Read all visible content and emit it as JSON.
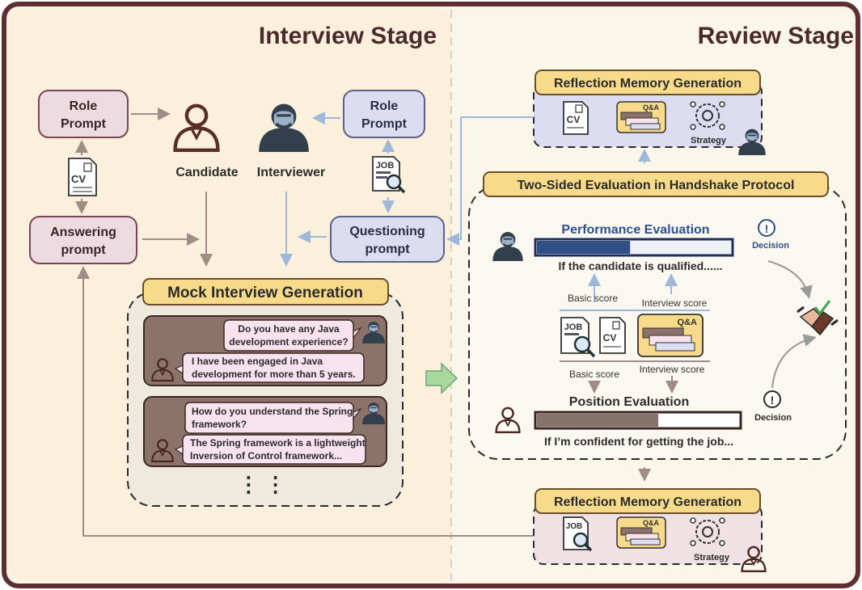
{
  "stages": {
    "interview": "Interview Stage",
    "review": "Review Stage"
  },
  "left": {
    "role_prompt_candidate": [
      "Role",
      "Prompt"
    ],
    "answering_prompt": [
      "Answering",
      "prompt"
    ],
    "candidate_label": "Candidate",
    "interviewer_label": "Interviewer",
    "role_prompt_interviewer": [
      "Role",
      "Prompt"
    ],
    "questioning_prompt": [
      "Questioning",
      "prompt"
    ],
    "mock_title": "Mock Interview Generation",
    "dialog1": {
      "q": [
        "Do you have any Java",
        "development experience?"
      ],
      "a": [
        "I have been engaged in Java",
        "development for more than 5 years."
      ]
    },
    "dialog2": {
      "q": [
        "How do you understand the Spring",
        "framework?"
      ],
      "a": [
        "The Spring framework is a lightweight",
        "Inversion of Control framework..."
      ]
    },
    "ellipsis": "⋮  ⋮"
  },
  "right": {
    "reflection_top_title": "Reflection Memory Generation",
    "reflection_bottom_title": "Reflection Memory Generation",
    "strategy_label": "Strategy",
    "evaluation_title": "Two-Sided Evaluation in Handshake Protocol",
    "performance_title": "Performance Evaluation",
    "performance_caption": "If the candidate is qualified......",
    "performance_fill": 0.48,
    "position_title": "Position Evaluation",
    "position_caption": "If I’m confident for getting the job...",
    "position_fill": 0.6,
    "basic_score_top": "Basic score",
    "interview_score_top": "Interview score",
    "basic_score_bottom": "Basic score",
    "interview_score_bottom": "Interview score",
    "decision_top": "Decision",
    "decision_bottom": "Decision",
    "qa_label": "Q&A",
    "cv_label": "CV",
    "job_label": "JOB"
  },
  "colors": {
    "background": "#FBF3E5",
    "outer_border": "#5E2F30",
    "prompt_pink": "#EDDBE2",
    "prompt_pink_border": "#7C4556",
    "prompt_blue": "#DCDDF0",
    "prompt_blue_border": "#5B6386",
    "title_yellow": "#F7DB8A",
    "chat_brown": "#8C7369",
    "bubble_pink": "#F7E2EE",
    "bar_blue": "#2F4F86",
    "bar_brown": "#85726A",
    "arrow_blue": "#9FB7D8",
    "arrow_brown": "#A08E86",
    "arrow_green": "#A9D7A0"
  }
}
